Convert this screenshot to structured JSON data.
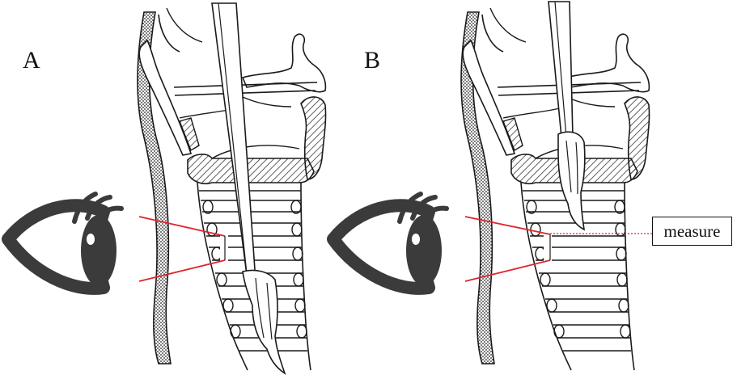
{
  "panels": [
    {
      "label": "A"
    },
    {
      "label": "B"
    }
  ],
  "measure_label": "measure",
  "colors": {
    "sight_line": "#e0242b",
    "eye": "#3b3b3b",
    "outline": "#1a1a1a",
    "background": "#ffffff"
  },
  "icons": [
    "eye-icon",
    "eye-icon"
  ]
}
